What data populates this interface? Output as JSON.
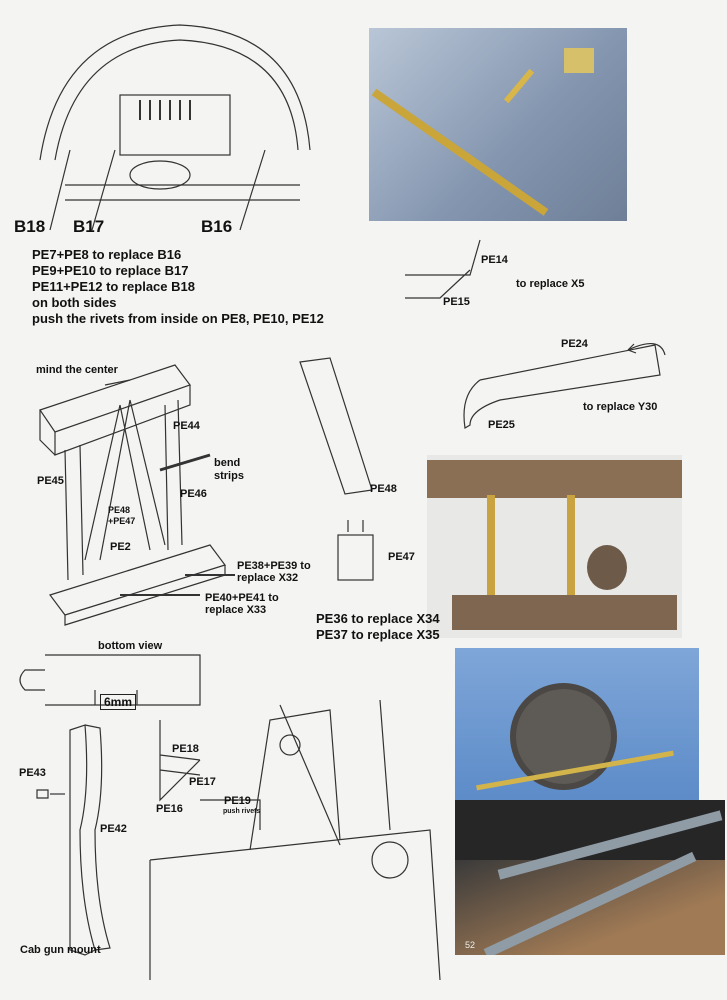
{
  "top_left": {
    "labels": [
      "B18",
      "B17",
      "B16"
    ],
    "instructions": [
      "PE7+PE8 to replace B16",
      "PE9+PE10 to replace B17",
      "PE11+PE12 to replace B18",
      "on both sides",
      "push the rivets from inside on PE8, PE10, PE12"
    ]
  },
  "pe14_diagram": {
    "pe14": "PE14",
    "pe15": "PE15",
    "note": "to replace X5"
  },
  "pe24_diagram": {
    "pe24": "PE24",
    "pe25": "PE25",
    "note": "to replace Y30"
  },
  "frame_diagram": {
    "mind_center": "mind the center",
    "pe44": "PE44",
    "bend_strips_1": "bend",
    "bend_strips_2": "strips",
    "pe45": "PE45",
    "pe46": "PE46",
    "pe48_47_1": "PE48",
    "pe48_47_2": "+PE47",
    "pe2": "PE2",
    "pe38_1": "PE38+PE39 to",
    "pe38_2": "replace X32",
    "pe40_1": "PE40+PE41 to",
    "pe40_2": "replace X33"
  },
  "strip_diagram": {
    "pe48": "PE48",
    "pe47": "PE47"
  },
  "photo_captions": [
    "PE36 to replace X34",
    "PE37 to replace X35"
  ],
  "bottom_view": {
    "title": "bottom view",
    "dimension": "6mm"
  },
  "gun_mount": {
    "pe43": "PE43",
    "pe42": "PE42",
    "caption": "Cab gun mount"
  },
  "ladder_diagram": {
    "pe18": "PE18",
    "pe17": "PE17",
    "pe16": "PE16",
    "pe19": "PE19",
    "push_rivets": "push rivets"
  },
  "page_number": "52"
}
